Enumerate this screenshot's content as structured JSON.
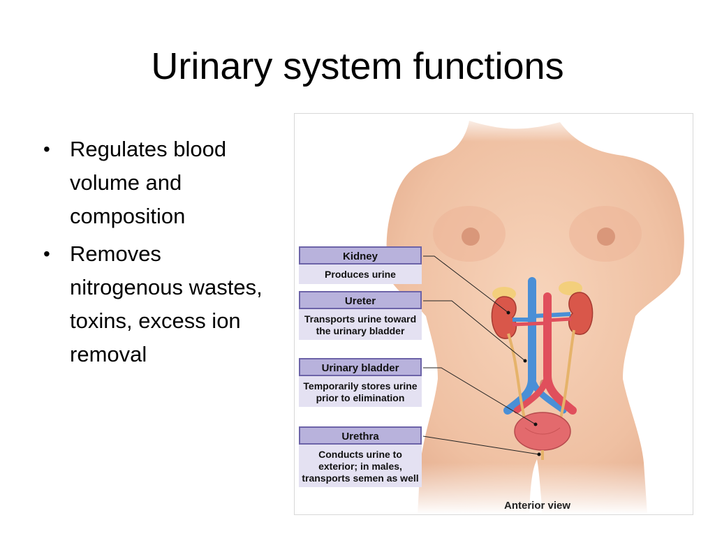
{
  "slide": {
    "title": "Urinary system functions",
    "bullets": [
      "Regulates blood volume and composition",
      "Removes nitrogenous wastes, toxins, excess ion removal"
    ]
  },
  "figure": {
    "caption": "Anterior view",
    "labels": [
      {
        "title": "Kidney",
        "description": "Produces urine"
      },
      {
        "title": "Ureter",
        "description": "Transports urine toward the urinary bladder"
      },
      {
        "title": "Urinary bladder",
        "description": "Temporarily stores urine prior to elimination"
      },
      {
        "title": "Urethra",
        "description": "Conducts urine to exterior; in males, transports semen as well"
      }
    ]
  },
  "colors": {
    "label_header": "#b8b2dc",
    "label_border": "#6c63a8",
    "label_body": "#e4e1f2",
    "skin": "#f2c8ad",
    "kidney": "#d9574a",
    "artery": "#e04f5c",
    "vein": "#4a8fd6",
    "ureter": "#e6b36a"
  }
}
